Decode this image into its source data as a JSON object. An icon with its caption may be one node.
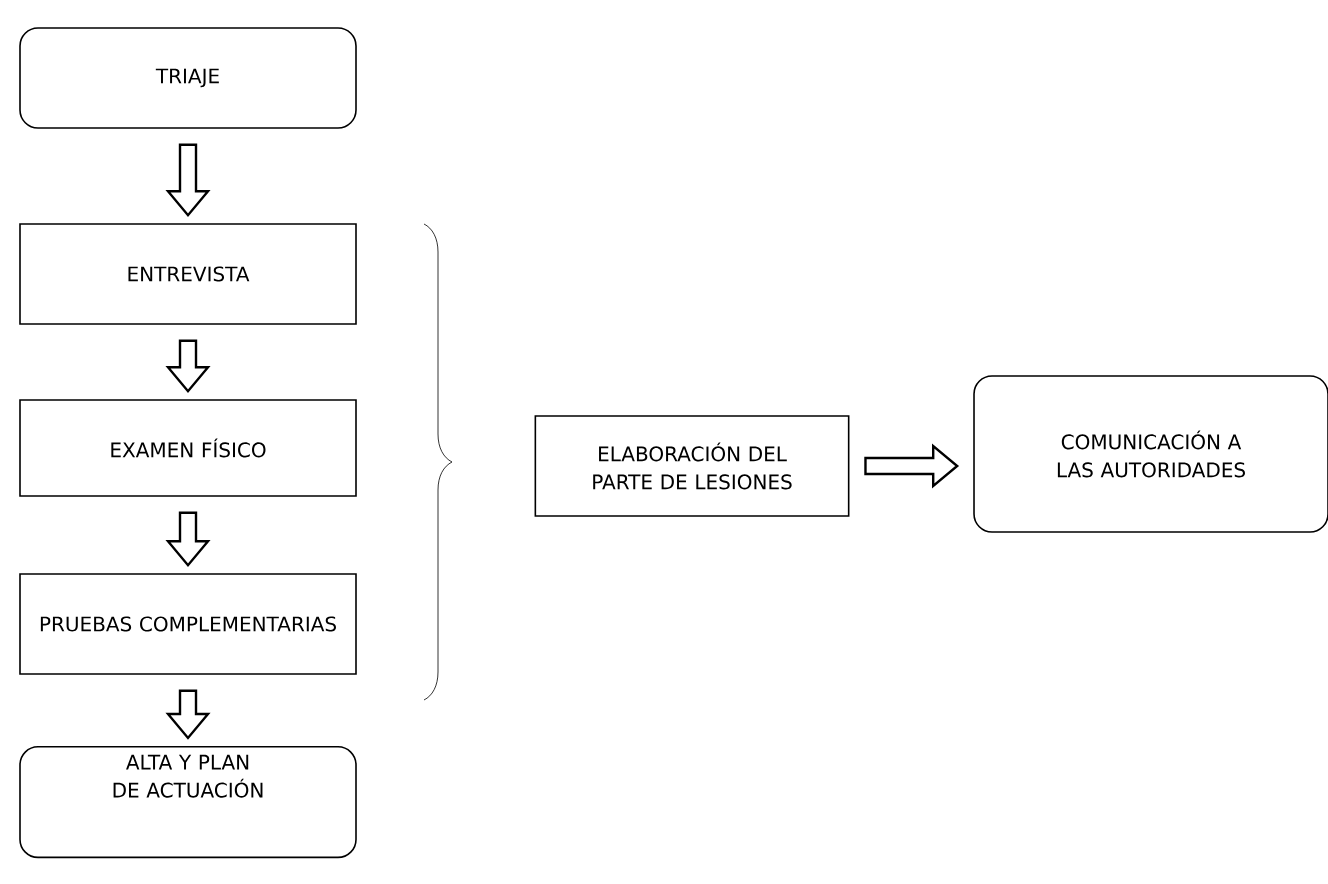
{
  "diagram": {
    "nodes": [
      {
        "text": [
          "TRIAJE"
        ]
      },
      {
        "text": [
          "ENTREVISTA"
        ]
      },
      {
        "text": [
          "EXAMEN FÍSICO"
        ]
      },
      {
        "text": [
          "PRUEBAS COMPLEMENTARIAS"
        ]
      },
      {
        "text": [
          "ALTA Y PLAN DE ACTUACIÓN"
        ]
      },
      {
        "text": [
          "ELABORACIÓN DEL PARTE DE LESIONES"
        ]
      },
      {
        "text": [
          "COMUNICACIÓN A LAS AUTORIDADES"
        ]
      }
    ],
    "edges": [
      {
        "from": 0,
        "to": 1,
        "arrow": "to"
      },
      {
        "from": 1,
        "to": 2,
        "arrow": "to"
      },
      {
        "from": 2,
        "to": 3,
        "arrow": "to"
      },
      {
        "from": 3,
        "to": 4,
        "arrow": "to"
      },
      {
        "from": 5,
        "to": 6,
        "arrow": "to"
      }
    ]
  }
}
